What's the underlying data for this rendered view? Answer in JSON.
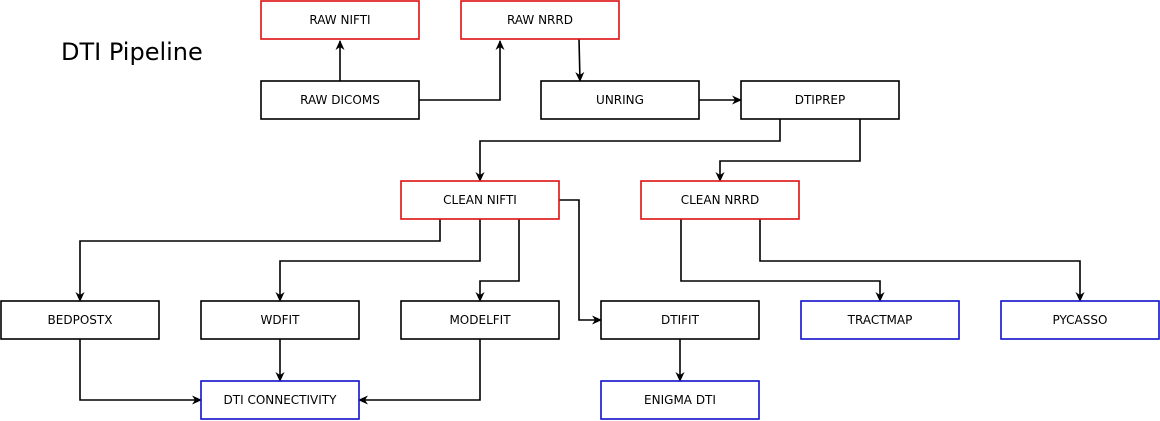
{
  "title": "DTI Pipeline",
  "colors": {
    "red": "#dd1111",
    "blue": "#1111cc",
    "black": "#000000"
  },
  "nodes": {
    "raw_nifti": {
      "label": "RAW NIFTI",
      "color": "red"
    },
    "raw_nrrd": {
      "label": "RAW NRRD",
      "color": "red"
    },
    "raw_dicoms": {
      "label": "RAW DICOMS",
      "color": "black"
    },
    "unring": {
      "label": "UNRING",
      "color": "black"
    },
    "dtiprep": {
      "label": "DTIPREP",
      "color": "black"
    },
    "clean_nifti": {
      "label": "CLEAN NIFTI",
      "color": "red"
    },
    "clean_nrrd": {
      "label": "CLEAN NRRD",
      "color": "red"
    },
    "bedpostx": {
      "label": "BEDPOSTX",
      "color": "black"
    },
    "wdfit": {
      "label": "WDFIT",
      "color": "black"
    },
    "modelfit": {
      "label": "MODELFIT",
      "color": "black"
    },
    "dtifit": {
      "label": "DTIFIT",
      "color": "black"
    },
    "tractmap": {
      "label": "TRACTMAP",
      "color": "blue"
    },
    "pycasso": {
      "label": "PYCASSO",
      "color": "blue"
    },
    "dti_connectivity": {
      "label": "DTI CONNECTIVITY",
      "color": "blue"
    },
    "enigma_dti": {
      "label": "ENIGMA DTI",
      "color": "blue"
    }
  },
  "edges": [
    {
      "from": "raw_dicoms",
      "to": "raw_nifti"
    },
    {
      "from": "raw_dicoms",
      "to": "raw_nrrd"
    },
    {
      "from": "raw_nrrd",
      "to": "unring"
    },
    {
      "from": "unring",
      "to": "dtiprep"
    },
    {
      "from": "dtiprep",
      "to": "clean_nifti"
    },
    {
      "from": "dtiprep",
      "to": "clean_nrrd"
    },
    {
      "from": "clean_nifti",
      "to": "bedpostx"
    },
    {
      "from": "clean_nifti",
      "to": "wdfit"
    },
    {
      "from": "clean_nifti",
      "to": "modelfit"
    },
    {
      "from": "clean_nifti",
      "to": "dtifit"
    },
    {
      "from": "clean_nrrd",
      "to": "tractmap"
    },
    {
      "from": "clean_nrrd",
      "to": "pycasso"
    },
    {
      "from": "bedpostx",
      "to": "dti_connectivity"
    },
    {
      "from": "wdfit",
      "to": "dti_connectivity"
    },
    {
      "from": "modelfit",
      "to": "dti_connectivity"
    },
    {
      "from": "dtifit",
      "to": "enigma_dti"
    }
  ]
}
